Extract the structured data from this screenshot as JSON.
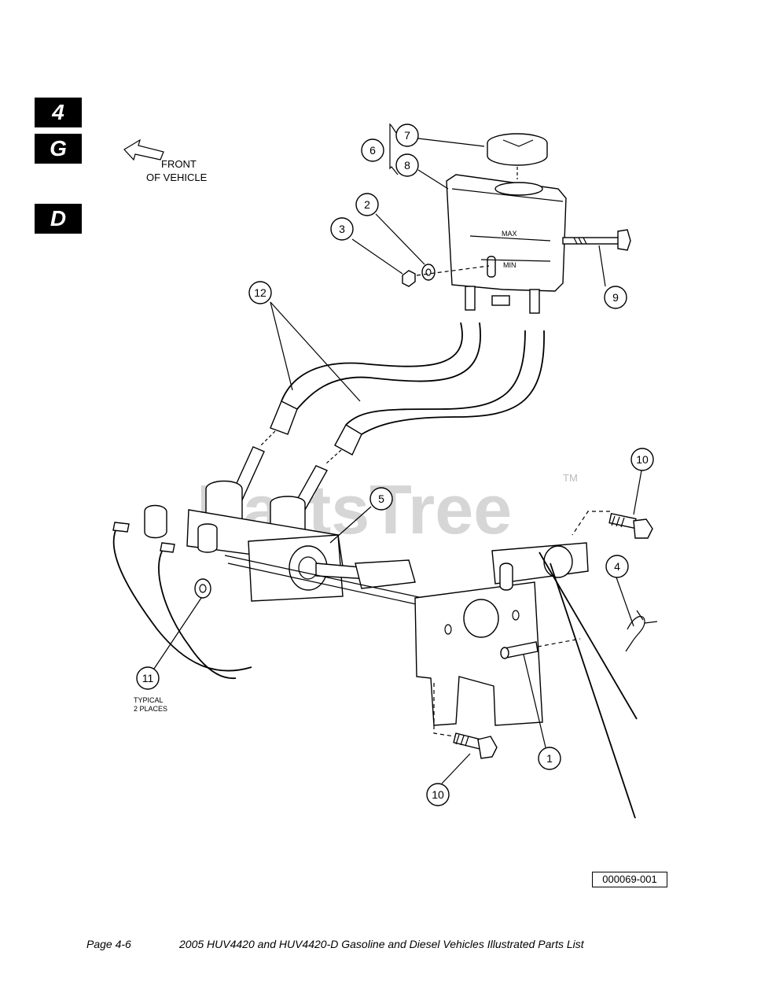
{
  "section_tabs": [
    "4",
    "G",
    "D"
  ],
  "orientation": {
    "line1": "FRONT",
    "line2": "OF VEHICLE"
  },
  "callouts": [
    {
      "id": "c1",
      "label": "1"
    },
    {
      "id": "c2",
      "label": "2"
    },
    {
      "id": "c3",
      "label": "3"
    },
    {
      "id": "c4",
      "label": "4"
    },
    {
      "id": "c5",
      "label": "5"
    },
    {
      "id": "c6",
      "label": "6"
    },
    {
      "id": "c7",
      "label": "7"
    },
    {
      "id": "c8",
      "label": "8"
    },
    {
      "id": "c9",
      "label": "9"
    },
    {
      "id": "c10a",
      "label": "10"
    },
    {
      "id": "c10b",
      "label": "10"
    },
    {
      "id": "c11",
      "label": "11"
    },
    {
      "id": "c12",
      "label": "12"
    }
  ],
  "reservoir_marks": {
    "max": "MAX",
    "min": "MIN"
  },
  "note": {
    "line1": "TYPICAL",
    "line2": "2 PLACES"
  },
  "watermark": {
    "text": "PartsTree",
    "tm": "TM"
  },
  "figure_id": "000069-001",
  "footer": {
    "page": "Page 4-6",
    "title": "2005 HUV4420 and HUV4420-D Gasoline and Diesel Vehicles Illustrated Parts List"
  }
}
